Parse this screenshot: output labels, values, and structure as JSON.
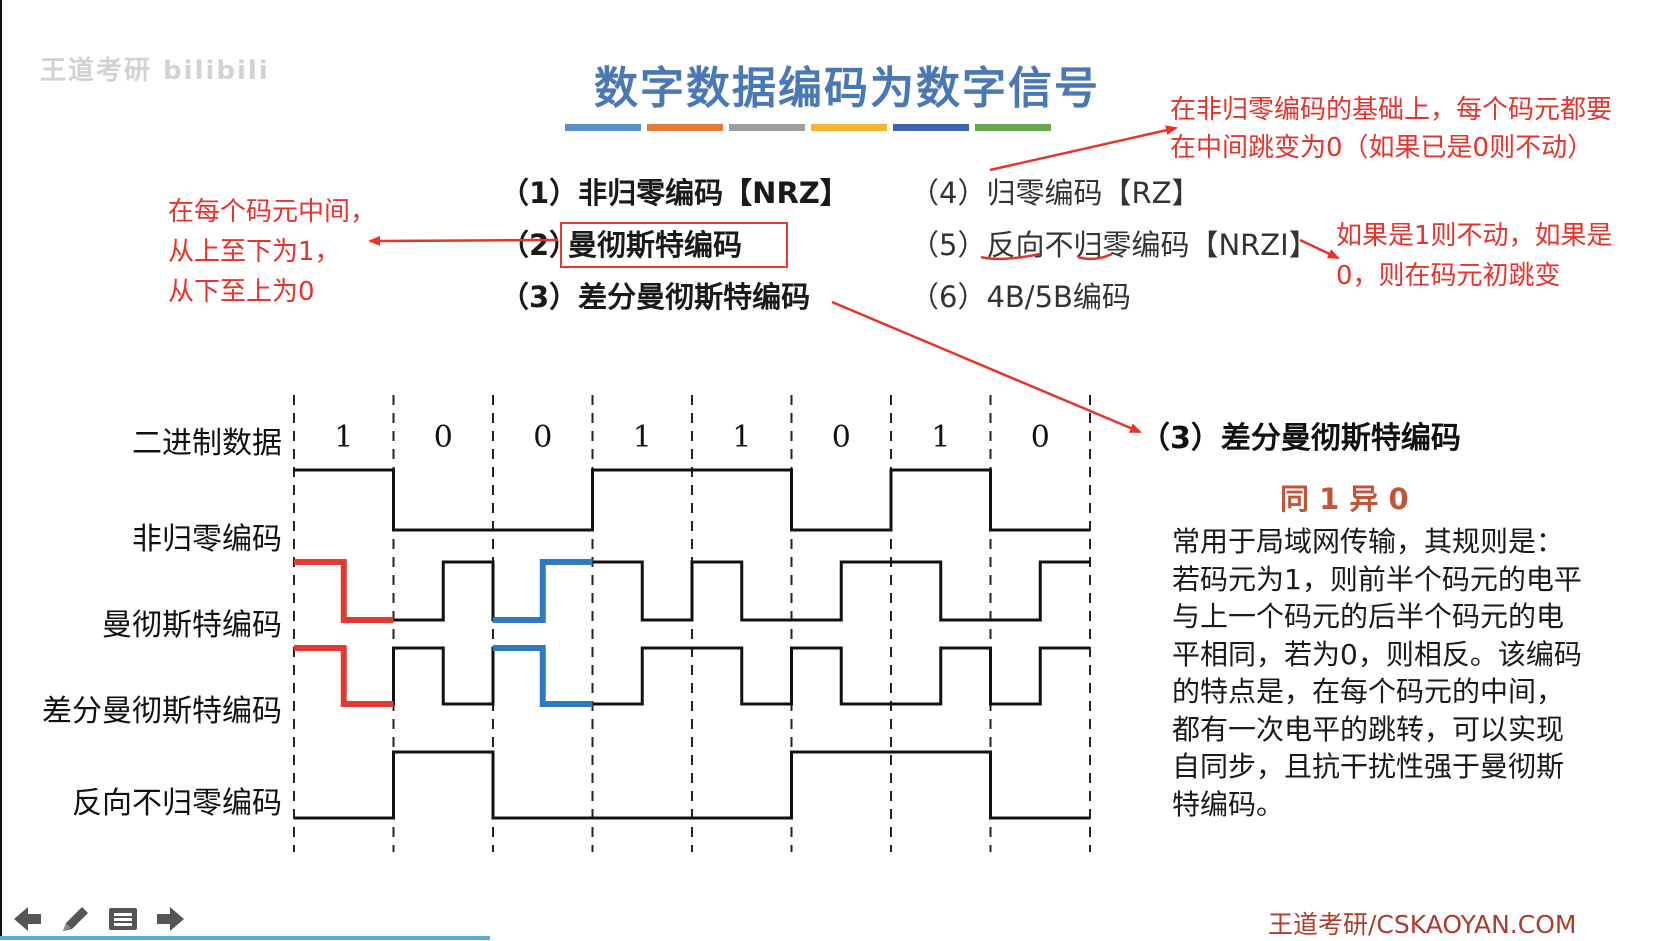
{
  "watermark": "王道考研 bilibili",
  "title": "数字数据编码为数字信号",
  "color_bars": [
    "#5b8fc9",
    "#e07b39",
    "#9e9e9e",
    "#f2b632",
    "#3c64b1",
    "#6aa84f"
  ],
  "methods": {
    "m1": "（1）非归零编码【NRZ】",
    "m2_num": "（2）",
    "m2_name": "曼彻斯特编码",
    "m3": "（3）差分曼彻斯特编码",
    "m4": "（4）归零编码【RZ】",
    "m5": "（5）反向不归零编码【NRZI】",
    "m6": "（6）4B/5B编码"
  },
  "notes": {
    "rz_line1": "在非归零编码的基础上，每个码元都要",
    "rz_line2": "在中间跳变为0（如果已是0则不动）",
    "manchester_line1": "在每个码元中间，",
    "manchester_line2": "从上至下为1，",
    "manchester_line3": "从下至上为0",
    "nrzi_line1": "如果是1则不动，如果是",
    "nrzi_line2": "0，则在码元初跳变"
  },
  "diagram": {
    "row_labels": {
      "binary": "二进制数据",
      "nrz": "非归零编码",
      "manchester": "曼彻斯特编码",
      "diff_manchester": "差分曼彻斯特编码",
      "nrzi": "反向不归零编码"
    },
    "bits": [
      "1",
      "0",
      "0",
      "1",
      "1",
      "0",
      "1",
      "0"
    ]
  },
  "right_panel": {
    "title": "（3）差分曼彻斯特编码",
    "subtitle": "同 1 异 0",
    "lines": [
      "常用于局域网传输，其规则是：",
      "若码元为1，则前半个码元的电平",
      "与上一个码元的后半个码元的电",
      "平相同，若为0，则相反。该编码",
      "的特点是，在每个码元的中间，",
      "都有一次电平的跳转，可以实现",
      "自同步，且抗干扰性强于曼彻斯",
      "特编码。"
    ]
  },
  "footer": {
    "brand": "王道考研/CSKAOYAN.COM"
  },
  "colors": {
    "accent_red": "#e8322c",
    "highlight_red": "#e23b33",
    "highlight_blue": "#2f78c4",
    "title_blue": "#4a78b5"
  }
}
